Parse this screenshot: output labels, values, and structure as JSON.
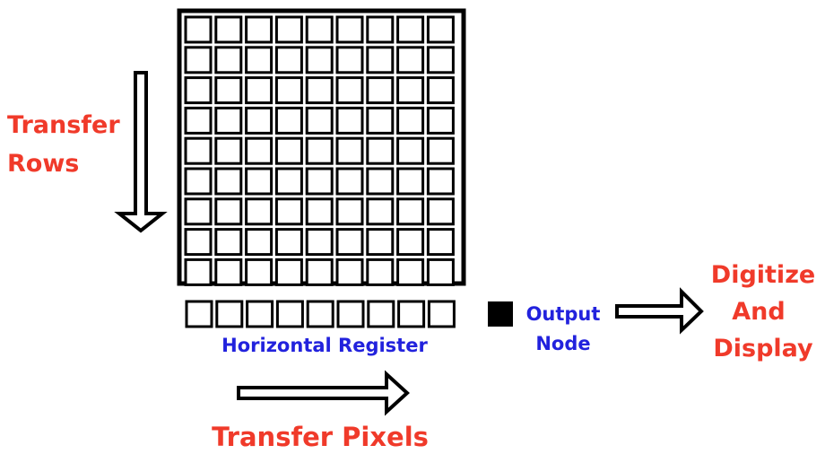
{
  "diagram": {
    "ccd_grid": {
      "rows": 9,
      "cols": 9
    },
    "register_cells": 9,
    "labels": {
      "transfer_rows_line1": "Transfer",
      "transfer_rows_line2": "Rows",
      "horizontal_register": "Horizontal Register",
      "output_node_line1": "Output",
      "output_node_line2": "Node",
      "digitize_line1": "Digitize",
      "digitize_line2": "And",
      "digitize_line3": "Display",
      "transfer_pixels": "Transfer Pixels"
    },
    "colors": {
      "red_label": "#f03a2a",
      "blue_label": "#2222dd",
      "outline": "#000000",
      "background": "#ffffff"
    }
  }
}
